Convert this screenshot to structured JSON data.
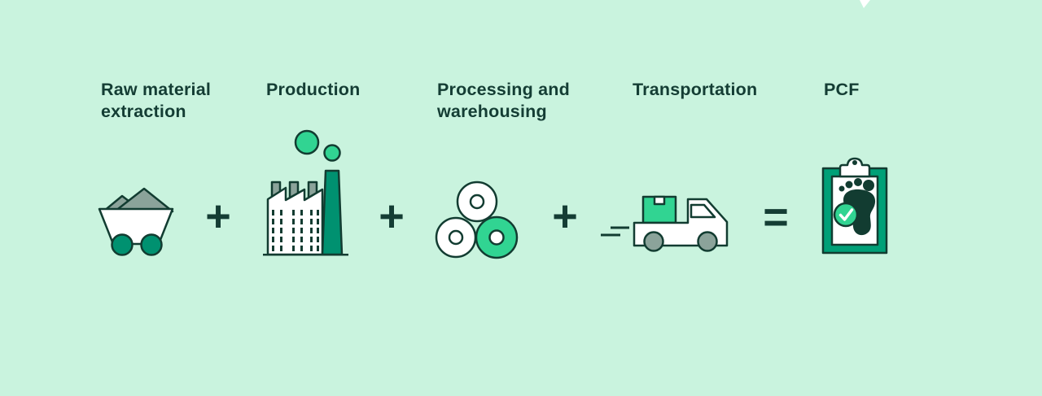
{
  "palette": {
    "background": "#c9f3de",
    "outline_dark": "#123c31",
    "text_dark": "#143d34",
    "green_medium": "#009170",
    "green_bright": "#31d492",
    "clipboard_frame_green": "#00a077",
    "gray": "#8ba39a",
    "white": "#ffffff"
  },
  "stages": [
    {
      "label": "Raw material extraction",
      "icon": "mine-cart-icon"
    },
    {
      "label": "Production",
      "icon": "factory-icon"
    },
    {
      "label": "Processing and warehousing",
      "icon": "steel-coils-icon"
    },
    {
      "label": "Transportation",
      "icon": "delivery-truck-icon"
    },
    {
      "label": "PCF",
      "icon": "clipboard-footprint-icon"
    }
  ],
  "operators": [
    {
      "symbol": "+"
    },
    {
      "symbol": "+"
    },
    {
      "symbol": "+"
    },
    {
      "symbol": "="
    }
  ]
}
